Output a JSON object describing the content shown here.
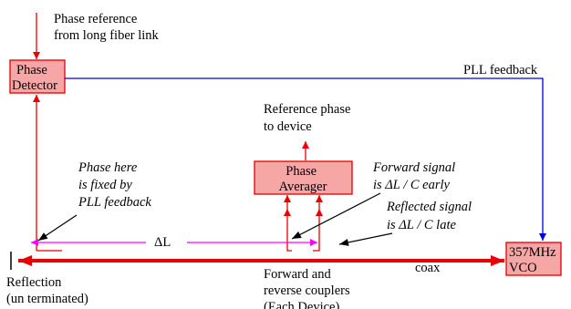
{
  "colors": {
    "signal": "#e80000",
    "feedback": "#0000e0",
    "span": "#ff00ff",
    "box_fill": "#f7a6a6",
    "box_stroke": "#e00000",
    "text": "#000000"
  },
  "labels": {
    "phase_reference": [
      "Phase reference",
      "from long fiber link"
    ],
    "phase_detector": [
      "Phase",
      "Detector"
    ],
    "pll_feedback": "PLL feedback",
    "reference_phase": [
      "Reference phase",
      "to device"
    ],
    "phase_averager": [
      "Phase",
      "Averager"
    ],
    "phase_here": [
      "Phase here",
      "is fixed by",
      "PLL feedback"
    ],
    "forward_signal": [
      "Forward signal",
      "is ΔL / C early"
    ],
    "reflected_signal": [
      "Reflected signal",
      "is ΔL / C late"
    ],
    "delta_l": "ΔL",
    "vco": [
      "357MHz",
      "VCO"
    ],
    "reflection": [
      "Reflection",
      "(un terminated)"
    ],
    "couplers": [
      "Forward and",
      "reverse couplers",
      "(Each Device)"
    ],
    "coax": "coax"
  }
}
